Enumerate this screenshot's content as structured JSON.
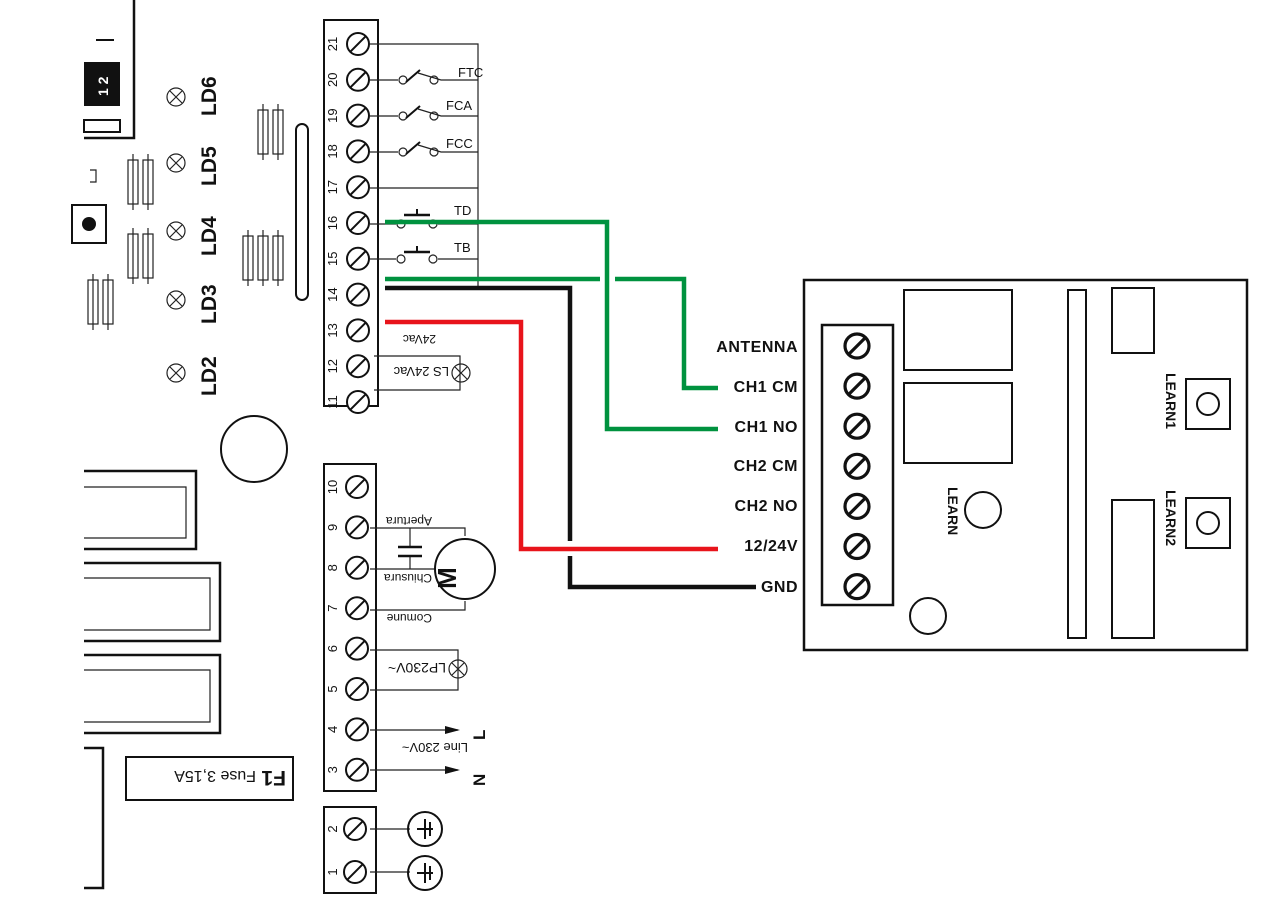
{
  "leds": [
    "LD6",
    "LD5",
    "LD4",
    "LD3",
    "LD2"
  ],
  "connector_label": "1 2",
  "upper_terminals": [
    "21",
    "20",
    "19",
    "18",
    "17",
    "16",
    "15",
    "14",
    "13",
    "12",
    "11"
  ],
  "upper_labels": {
    "ftc": "FTC",
    "fca": "FCA",
    "fcc": "FCC",
    "td": "TD",
    "tb": "TB",
    "v24": "24Vac",
    "ls": "LS 24Vac"
  },
  "lower_terminals": [
    "10",
    "9",
    "8",
    "7",
    "6",
    "5",
    "4",
    "3"
  ],
  "lower_labels": {
    "apertura": "Apertura",
    "chiusura": "Chiusura",
    "comune": "Comune",
    "motor": "M",
    "lp": "LP230V~",
    "line": "Line 230V~",
    "l": "L",
    "n": "N"
  },
  "ground_terminals": [
    "2",
    "1"
  ],
  "fuse": {
    "id": "F1",
    "text": "Fuse 3,15A"
  },
  "receiver": {
    "terminals": [
      "ANTENNA",
      "CH1 CM",
      "CH1 NO",
      "CH2 CM",
      "CH2 NO",
      "12/24V",
      "GND"
    ],
    "learn": "LEARN",
    "learn1": "LEARN1",
    "learn2": "LEARN2"
  },
  "wire_colors": {
    "green": "#00923f",
    "red": "#e8141b",
    "black": "#111111"
  }
}
